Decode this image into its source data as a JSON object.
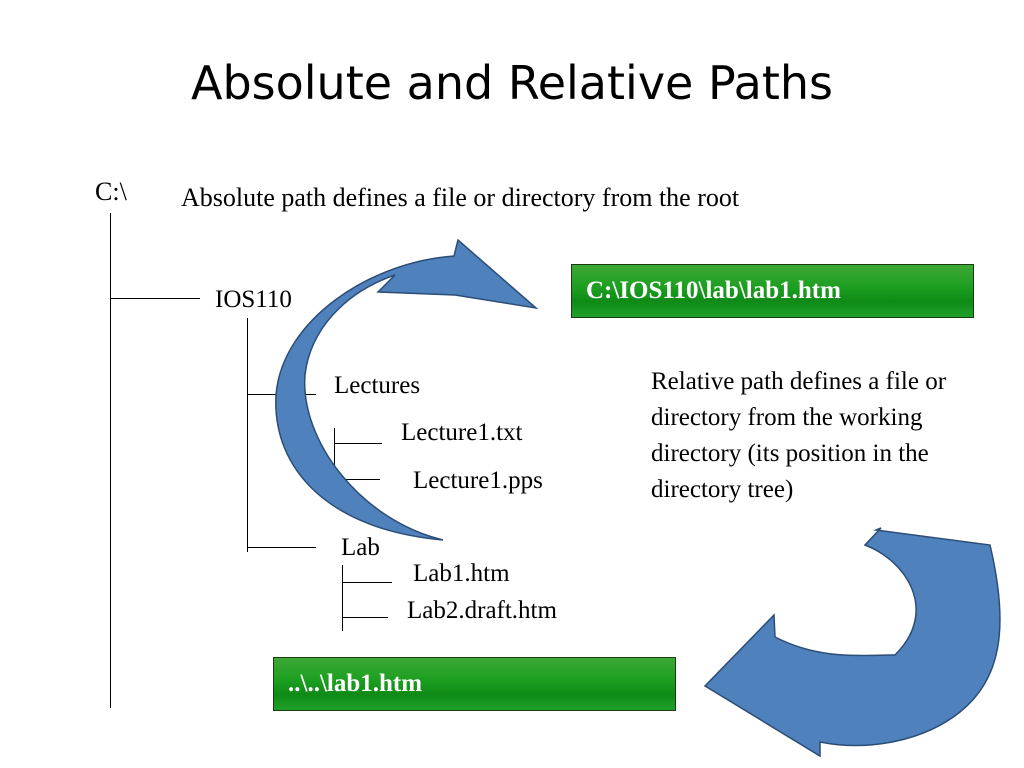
{
  "slide": {
    "title": "Absolute and Relative Paths",
    "root_label": "C:\\",
    "absolute_text": "Absolute path defines a file or directory from the root",
    "tree": {
      "ios110": "IOS110",
      "lectures": "Lectures",
      "lecture1_txt": "Lecture1.txt",
      "lecture1_pps": "Lecture1.pps",
      "lab": "Lab",
      "lab1_htm": "Lab1.htm",
      "lab2_draft": "Lab2.draft.htm"
    },
    "absolute_example": "C:\\IOS110\\lab\\lab1.htm",
    "relative_example": "..\\..\\lab1.htm",
    "relative_text": "Relative path defines a file or directory from the working directory (its position in the directory tree)",
    "colors": {
      "arrow_fill": "#4f81bd",
      "arrow_stroke": "#2c4d75",
      "box_green": "#1b9e1f"
    }
  }
}
